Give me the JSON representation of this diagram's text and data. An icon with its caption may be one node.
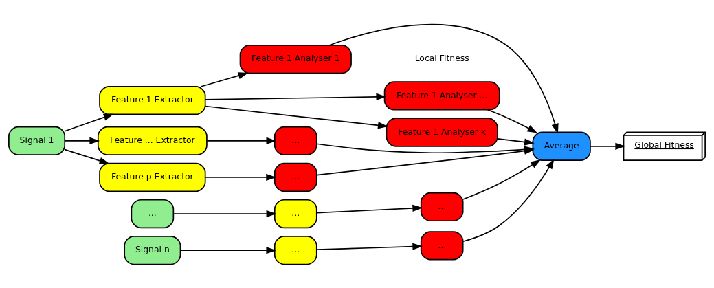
{
  "diagram": {
    "nodes": [
      {
        "text": [
          "Signal 1"
        ]
      },
      {
        "text": [
          "..."
        ]
      },
      {
        "text": [
          "Signal n"
        ]
      },
      {
        "text": [
          "Feature 1 Extractor"
        ]
      },
      {
        "text": [
          "Feature ... Extractor"
        ]
      },
      {
        "text": [
          "Feature p Extractor"
        ]
      },
      {
        "text": [
          "..."
        ]
      },
      {
        "text": [
          "..."
        ]
      },
      {
        "text": [
          "Feature 1 Analyser 1"
        ]
      },
      {
        "text": [
          "Feature 1 Analyser ..."
        ]
      },
      {
        "text": [
          "Feature 1 Analyser k"
        ]
      },
      {
        "text": [
          "..."
        ]
      },
      {
        "text": [
          "..."
        ]
      },
      {
        "text": [
          "..."
        ]
      },
      {
        "text": [
          "..."
        ]
      },
      {
        "text": [
          "Average"
        ]
      },
      {
        "text": [
          "Global Fitness"
        ]
      }
    ],
    "edges": [
      {
        "from": 0,
        "to": 3,
        "arrow": "to"
      },
      {
        "from": 0,
        "to": 4,
        "arrow": "to"
      },
      {
        "from": 0,
        "to": 5,
        "arrow": "to"
      },
      {
        "from": 1,
        "to": 6,
        "arrow": "to"
      },
      {
        "from": 2,
        "to": 7,
        "arrow": "to"
      },
      {
        "from": 3,
        "to": 8,
        "arrow": "to"
      },
      {
        "from": 3,
        "to": 9,
        "arrow": "to"
      },
      {
        "from": 3,
        "to": 10,
        "arrow": "to"
      },
      {
        "from": 4,
        "to": 11,
        "arrow": "to"
      },
      {
        "from": 5,
        "to": 12,
        "arrow": "to"
      },
      {
        "from": 6,
        "to": 13,
        "arrow": "to"
      },
      {
        "from": 7,
        "to": 14,
        "arrow": "to"
      },
      {
        "from": 8,
        "to": 15,
        "arrow": "to"
      },
      {
        "from": 9,
        "to": 15,
        "arrow": "to"
      },
      {
        "from": 10,
        "to": 15,
        "arrow": "to"
      },
      {
        "from": 11,
        "to": 15,
        "arrow": "to"
      },
      {
        "from": 12,
        "to": 15,
        "arrow": "to"
      },
      {
        "from": 13,
        "to": 15,
        "arrow": "to"
      },
      {
        "from": 14,
        "to": 15,
        "arrow": "to"
      },
      {
        "from": 15,
        "to": 16,
        "arrow": "to"
      }
    ],
    "labels": [
      "Local Fitness"
    ]
  }
}
